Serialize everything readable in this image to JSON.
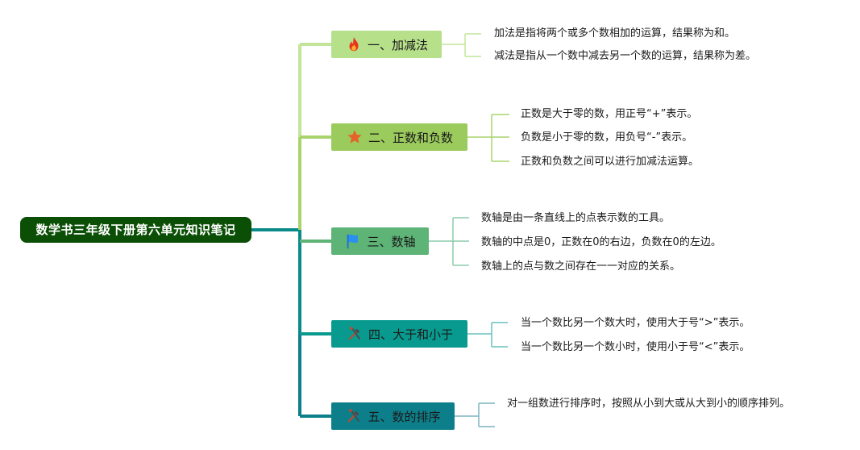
{
  "root": {
    "label": "数学书三年级下册第六单元知识笔记"
  },
  "branches": [
    {
      "label": "一、加减法",
      "icon": "fire-icon",
      "color": "#b6e08a",
      "leaves": [
        "加法是指将两个或多个数相加的运算，结果称为和。",
        "减法是指从一个数中减去另一个数的运算，结果称为差。"
      ]
    },
    {
      "label": "二、正数和负数",
      "icon": "star-icon",
      "color": "#9bcb5c",
      "leaves": [
        "正数是大于零的数，用正号“+”表示。",
        "负数是小于零的数，用负号“-”表示。",
        "正数和负数之间可以进行加减法运算。"
      ]
    },
    {
      "label": "三、数轴",
      "icon": "flag-icon",
      "color": "#5eb377",
      "leaves": [
        "数轴是由一条直线上的点表示数的工具。",
        "数轴的中点是0，正数在0的右边，负数在0的左边。",
        "数轴上的点与数之间存在一一对应的关系。"
      ]
    },
    {
      "label": "四、大于和小于",
      "icon": "tools-icon",
      "color": "#099a8f",
      "leaves": [
        "当一个数比另一个数大时，使用大于号“>”表示。",
        "当一个数比另一个数小时，使用小于号“<”表示。"
      ]
    },
    {
      "label": "五、数的排序",
      "icon": "tools-icon",
      "color": "#0d7f8a",
      "leaves": [
        "对一组数进行排序时，按照从小到大或从大到小的顺序排列。"
      ]
    }
  ]
}
